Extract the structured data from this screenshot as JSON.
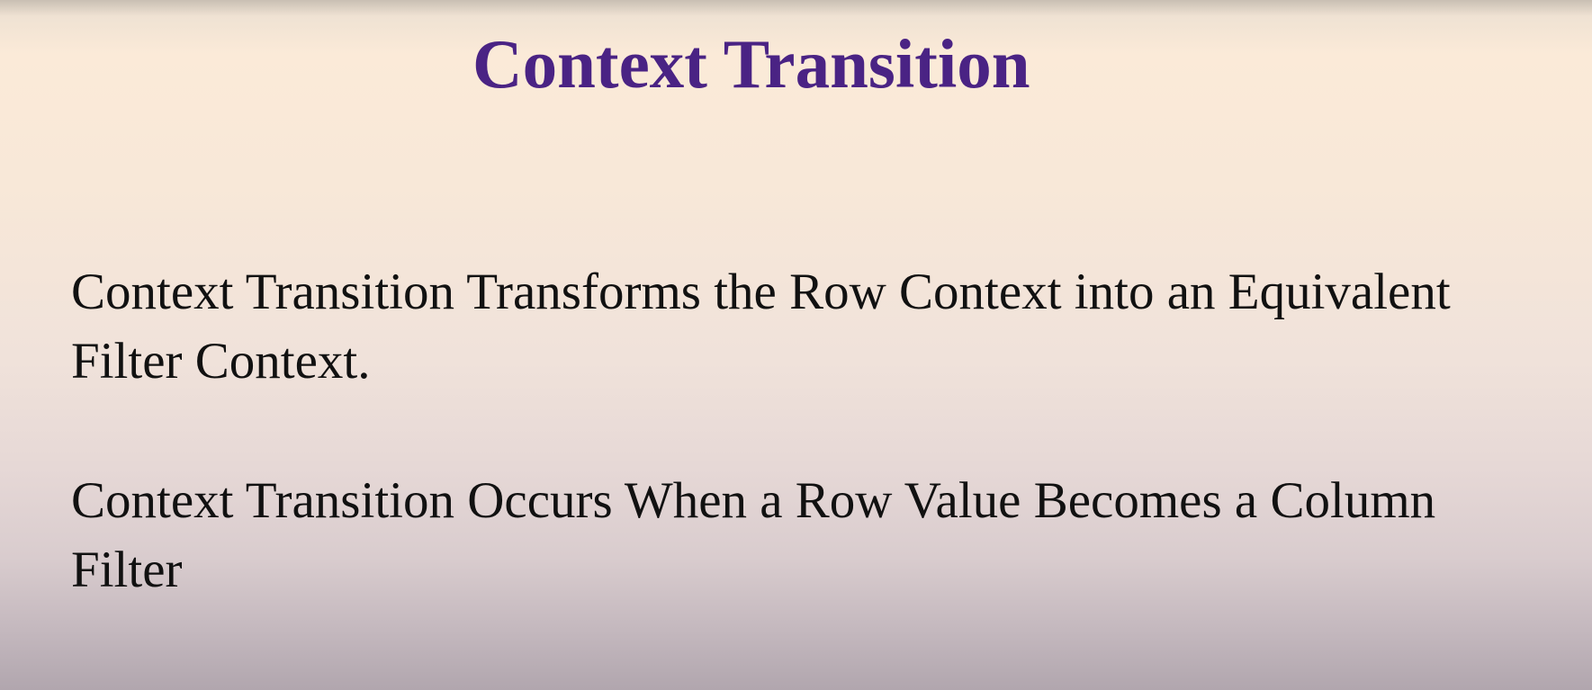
{
  "slide": {
    "title": "Context Transition",
    "paragraphs": [
      {
        "line1": "Context Transition Transforms the Row Context into an Equivalent",
        "line2": "Filter Context."
      },
      {
        "line1": "Context Transition Occurs When a Row Value Becomes a Column",
        "line2": "Filter"
      }
    ],
    "colors": {
      "title": "#4a2384",
      "body": "#111111",
      "background": "#f8e8d8"
    }
  }
}
